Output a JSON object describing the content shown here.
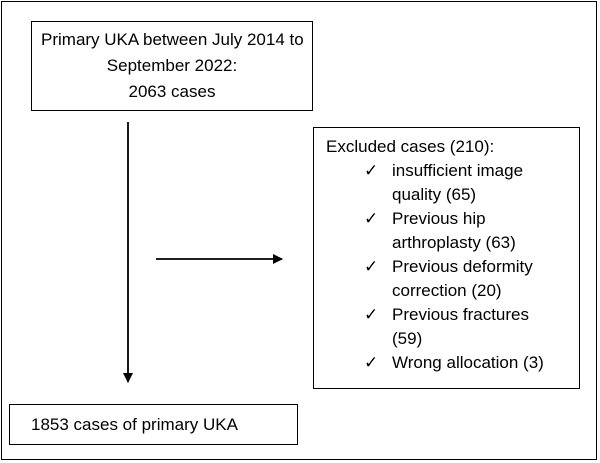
{
  "start_box": {
    "lines": [
      "Primary UKA between July 2014 to",
      "September 2022:",
      "2063 cases"
    ]
  },
  "excluded_box": {
    "title": "Excluded cases (210):",
    "check_glyph": "✓",
    "items": [
      {
        "lines": [
          "insufficient image",
          "quality (65)"
        ]
      },
      {
        "lines": [
          "Previous hip",
          "arthroplasty (63)"
        ]
      },
      {
        "lines": [
          "Previous deformity",
          "correction (20)"
        ]
      },
      {
        "lines": [
          "Previous fractures",
          "(59)"
        ]
      },
      {
        "lines": [
          "Wrong allocation (3)"
        ]
      }
    ]
  },
  "result_box": {
    "label": "1853 cases of primary UKA"
  },
  "colors": {
    "line": "#000000",
    "background": "#ffffff"
  }
}
